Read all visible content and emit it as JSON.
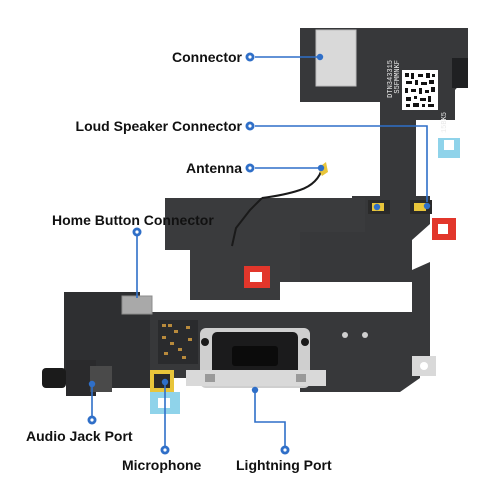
{
  "colors": {
    "pointer": "#2f6fc8",
    "flex": "#37383a",
    "flex_dark": "#1f2022",
    "metal": "#d9d9d9",
    "shield": "#a9a9a9",
    "red_tab": "#e2362b",
    "cyan_tab": "#8fd3ea",
    "gold": "#e8c53a"
  },
  "labels": [
    {
      "id": "connector",
      "text": "Connector"
    },
    {
      "id": "loud-speaker-connector",
      "text": "Loud Speaker Connector"
    },
    {
      "id": "antenna",
      "text": "Antenna"
    },
    {
      "id": "home-button-connector",
      "text": "Home Button Connector"
    },
    {
      "id": "audio-jack-port",
      "text": "Audio Jack Port"
    },
    {
      "id": "microphone",
      "text": "Microphone"
    },
    {
      "id": "lightning-port",
      "text": "Lightning Port"
    }
  ],
  "part_marking": {
    "line1": "DTN343315",
    "line2": "S5FMMNKF",
    "line3": "15BK5"
  }
}
